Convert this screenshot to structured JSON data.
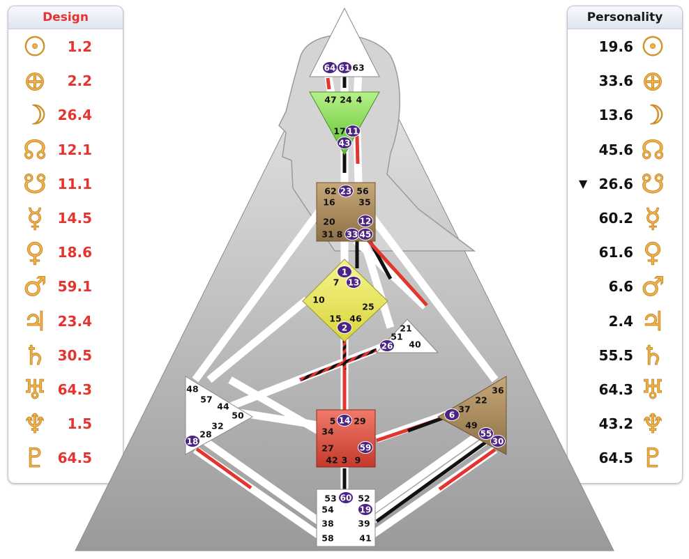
{
  "design": {
    "title": "Design",
    "rows": [
      {
        "planet": "sun-icon",
        "glyph": "☉",
        "value": "1.2"
      },
      {
        "planet": "earth-icon",
        "glyph": "⊕",
        "value": "2.2"
      },
      {
        "planet": "moon-icon",
        "glyph": "☽",
        "value": "26.4"
      },
      {
        "planet": "north-node-icon",
        "glyph": "☊",
        "value": "12.1"
      },
      {
        "planet": "south-node-icon",
        "glyph": "☋",
        "value": "11.1"
      },
      {
        "planet": "mercury-icon",
        "glyph": "☿",
        "value": "14.5"
      },
      {
        "planet": "venus-icon",
        "glyph": "♀",
        "value": "18.6"
      },
      {
        "planet": "mars-icon",
        "glyph": "♂",
        "value": "59.1"
      },
      {
        "planet": "jupiter-icon",
        "glyph": "♃",
        "value": "23.4"
      },
      {
        "planet": "saturn-icon",
        "glyph": "♄",
        "value": "30.5"
      },
      {
        "planet": "uranus-icon",
        "glyph": "♅",
        "value": "64.3"
      },
      {
        "planet": "neptune-icon",
        "glyph": "♆",
        "value": "1.5"
      },
      {
        "planet": "pluto-icon",
        "glyph": "♇",
        "value": "64.5"
      }
    ]
  },
  "personality": {
    "title": "Personality",
    "rows": [
      {
        "planet": "sun-icon",
        "glyph": "☉",
        "value": "19.6"
      },
      {
        "planet": "earth-icon",
        "glyph": "⊕",
        "value": "33.6"
      },
      {
        "planet": "moon-icon",
        "glyph": "☽",
        "value": "13.6"
      },
      {
        "planet": "north-node-icon",
        "glyph": "☊",
        "value": "45.6"
      },
      {
        "planet": "south-node-icon",
        "glyph": "☋",
        "value": "26.6",
        "marker": "▼"
      },
      {
        "planet": "mercury-icon",
        "glyph": "☿",
        "value": "60.2"
      },
      {
        "planet": "venus-icon",
        "glyph": "♀",
        "value": "61.6"
      },
      {
        "planet": "mars-icon",
        "glyph": "♂",
        "value": "6.6"
      },
      {
        "planet": "jupiter-icon",
        "glyph": "♃",
        "value": "2.4"
      },
      {
        "planet": "saturn-icon",
        "glyph": "♄",
        "value": "55.5"
      },
      {
        "planet": "uranus-icon",
        "glyph": "♅",
        "value": "64.3"
      },
      {
        "planet": "neptune-icon",
        "glyph": "♆",
        "value": "43.2"
      },
      {
        "planet": "pluto-icon",
        "glyph": "♇",
        "value": "64.5"
      }
    ]
  },
  "colors": {
    "design_red": "#e3342f",
    "personality_black": "#111111",
    "active_gate": "#4b2382",
    "head_center": "#ffffff",
    "ajna_center": "#8fe05a",
    "throat_center": "#a2875c",
    "g_center": "#f2f06a",
    "sacral_center": "#d9584a",
    "solar_plexus_center": "#a2875c"
  },
  "centers": {
    "head": {
      "gates": [
        {
          "n": "64",
          "active": true
        },
        {
          "n": "61",
          "active": true
        },
        {
          "n": "63",
          "active": false
        }
      ]
    },
    "ajna": {
      "gates": [
        {
          "n": "47",
          "active": false
        },
        {
          "n": "24",
          "active": false
        },
        {
          "n": "4",
          "active": false
        },
        {
          "n": "17",
          "active": false
        },
        {
          "n": "11",
          "active": true
        },
        {
          "n": "43",
          "active": true
        }
      ]
    },
    "throat": {
      "gates": [
        {
          "n": "62",
          "active": false
        },
        {
          "n": "23",
          "active": true
        },
        {
          "n": "56",
          "active": false
        },
        {
          "n": "16",
          "active": false
        },
        {
          "n": "35",
          "active": false
        },
        {
          "n": "20",
          "active": false
        },
        {
          "n": "12",
          "active": true
        },
        {
          "n": "31",
          "active": false
        },
        {
          "n": "8",
          "active": false
        },
        {
          "n": "33",
          "active": true
        },
        {
          "n": "45",
          "active": true
        }
      ]
    },
    "g": {
      "gates": [
        {
          "n": "1",
          "active": true
        },
        {
          "n": "7",
          "active": false
        },
        {
          "n": "13",
          "active": true
        },
        {
          "n": "10",
          "active": false
        },
        {
          "n": "25",
          "active": false
        },
        {
          "n": "15",
          "active": false
        },
        {
          "n": "46",
          "active": false
        },
        {
          "n": "2",
          "active": true
        }
      ]
    },
    "heart": {
      "gates": [
        {
          "n": "21",
          "active": false
        },
        {
          "n": "51",
          "active": false
        },
        {
          "n": "26",
          "active": true
        },
        {
          "n": "40",
          "active": false
        }
      ]
    },
    "spleen": {
      "gates": [
        {
          "n": "48",
          "active": false
        },
        {
          "n": "57",
          "active": false
        },
        {
          "n": "44",
          "active": false
        },
        {
          "n": "50",
          "active": false
        },
        {
          "n": "32",
          "active": false
        },
        {
          "n": "28",
          "active": false
        },
        {
          "n": "18",
          "active": true
        }
      ]
    },
    "sacral": {
      "gates": [
        {
          "n": "5",
          "active": false
        },
        {
          "n": "14",
          "active": true
        },
        {
          "n": "29",
          "active": false
        },
        {
          "n": "34",
          "active": false
        },
        {
          "n": "27",
          "active": false
        },
        {
          "n": "59",
          "active": true
        },
        {
          "n": "42",
          "active": false
        },
        {
          "n": "3",
          "active": false
        },
        {
          "n": "9",
          "active": false
        }
      ]
    },
    "solar_plexus": {
      "gates": [
        {
          "n": "36",
          "active": false
        },
        {
          "n": "22",
          "active": false
        },
        {
          "n": "37",
          "active": false
        },
        {
          "n": "6",
          "active": true
        },
        {
          "n": "49",
          "active": false
        },
        {
          "n": "55",
          "active": true
        },
        {
          "n": "30",
          "active": true
        }
      ]
    },
    "root": {
      "gates": [
        {
          "n": "53",
          "active": false
        },
        {
          "n": "60",
          "active": true
        },
        {
          "n": "52",
          "active": false
        },
        {
          "n": "54",
          "active": false
        },
        {
          "n": "19",
          "active": true
        },
        {
          "n": "38",
          "active": false
        },
        {
          "n": "39",
          "active": false
        },
        {
          "n": "58",
          "active": false
        },
        {
          "n": "41",
          "active": false
        }
      ]
    }
  }
}
